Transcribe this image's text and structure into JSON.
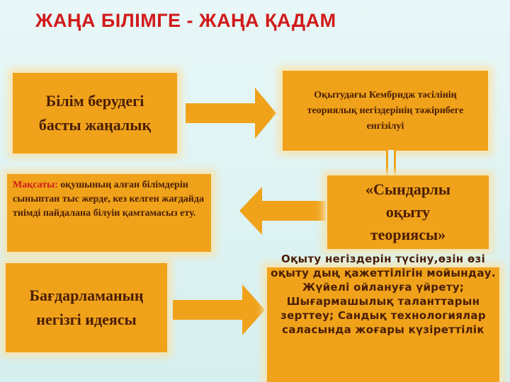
{
  "title": "ЖАҢА БІЛІМГЕ - ЖАҢА ҚАДАМ",
  "boxes": {
    "innovation": "Білім берудегі басты жаңалық",
    "cambridge": "Оқытудағы Кембридж тәсілінің теориялық негіздерінің тәжірибеге енгізілуі",
    "goal_label": "Мақсаты:",
    "goal_text": "оқушының алған білімдерін сыныптан тыс жерде, кез келген жағдайда тиімді пайдалана білуін қамтамасыз ету.",
    "theory": "«Сындарлы оқыту теориясы»",
    "program": "Бағдарламаның негізгі идеясы",
    "ideas": "Оқыту негіздерін түсіну,өзін өзі оқыту дың қажеттілігін мойындау. Жүйелі ойлануға үйрету; Шығармашылық таланттарын зерттеу; Сандық технологиялар саласында жоғары күзіреттілік"
  },
  "colors": {
    "box": "#f0a21a",
    "box_glow": "#f6e4b0",
    "title": "#d11a1a",
    "background": "#dff3f4"
  }
}
